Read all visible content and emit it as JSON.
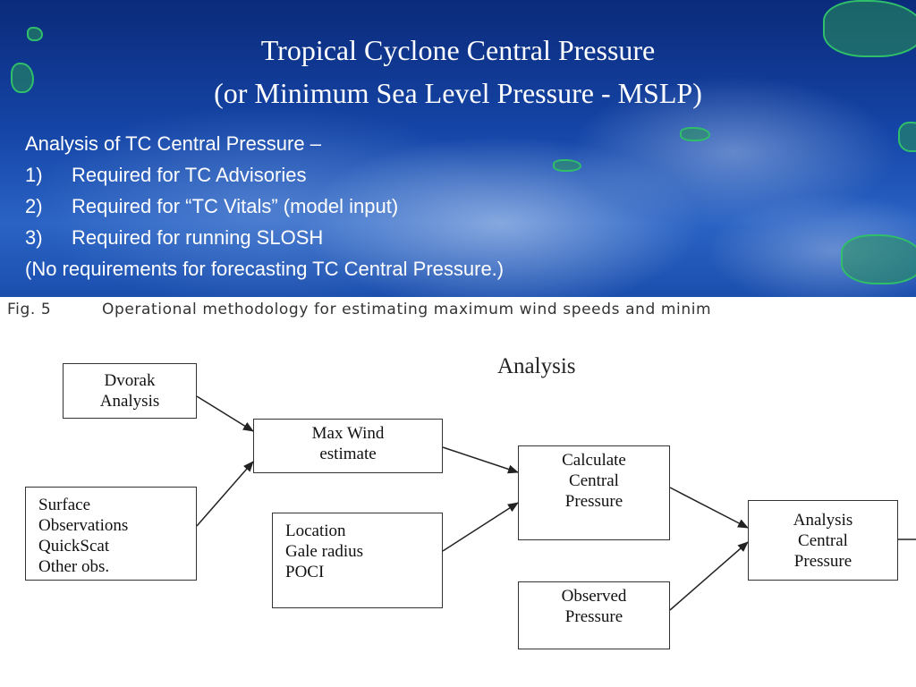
{
  "slide": {
    "title_line1": "Tropical Cyclone Central Pressure",
    "title_line2": "(or Minimum Sea Level Pressure - MSLP)",
    "intro": "Analysis of TC Central Pressure –",
    "items": [
      {
        "num": "1)",
        "text": "Required for TC Advisories"
      },
      {
        "num": "2)",
        "text": "Required for “TC Vitals” (model input)"
      },
      {
        "num": "3)",
        "text": "Required for running SLOSH"
      }
    ],
    "note": "(No requirements for forecasting TC Central Pressure.)",
    "colors": {
      "banner": "#1546a8",
      "land_outline": "#2fbf6a",
      "text": "#ffffff"
    }
  },
  "figure": {
    "caption_num": "Fig. 5",
    "caption_text": "Operational methodology for estimating maximum wind speeds and minim",
    "heading": "Analysis",
    "boxes": {
      "dvorak": [
        "Dvorak",
        "Analysis"
      ],
      "max_wind": [
        "Max Wind",
        "estimate"
      ],
      "surface_obs": [
        "Surface",
        "Observations",
        "QuickScat",
        "Other obs."
      ],
      "location": [
        "Location",
        "Gale radius",
        "POCI"
      ],
      "calc_pressure": [
        "Calculate",
        "Central",
        "Pressure"
      ],
      "observed_pressure": [
        "Observed",
        "Pressure"
      ],
      "analysis_pressure": [
        "Analysis",
        "Central",
        "Pressure"
      ]
    }
  }
}
